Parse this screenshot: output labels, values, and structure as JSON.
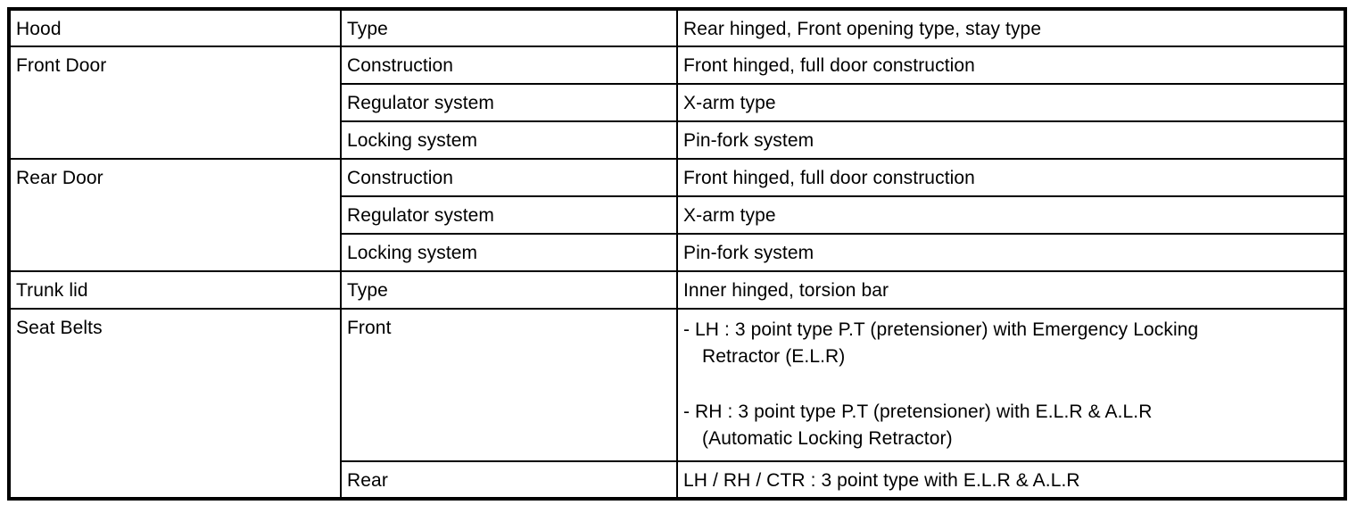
{
  "colors": {
    "background": "#ffffff",
    "border": "#000000",
    "text": "#000000"
  },
  "table": {
    "sections": [
      {
        "component": "Hood",
        "specs": [
          {
            "attribute": "Type",
            "value": "Rear hinged, Front opening type, stay type"
          }
        ]
      },
      {
        "component": "Front Door",
        "specs": [
          {
            "attribute": "Construction",
            "value": "Front hinged, full door construction"
          },
          {
            "attribute": "Regulator system",
            "value": "X-arm type"
          },
          {
            "attribute": "Locking system",
            "value": "Pin-fork system"
          }
        ]
      },
      {
        "component": "Rear Door",
        "specs": [
          {
            "attribute": "Construction",
            "value": "Front hinged, full door construction"
          },
          {
            "attribute": "Regulator system",
            "value": "X-arm type"
          },
          {
            "attribute": "Locking system",
            "value": "Pin-fork system"
          }
        ]
      },
      {
        "component": "Trunk lid",
        "specs": [
          {
            "attribute": "Type",
            "value": "Inner hinged, torsion bar"
          }
        ]
      },
      {
        "component": "Seat Belts",
        "specs": [
          {
            "attribute": "Front",
            "paragraphs": [
              [
                "- LH : 3 point type P.T (pretensioner) with Emergency Locking",
                "Retractor (E.L.R)"
              ],
              [
                "- RH : 3 point type P.T (pretensioner) with E.L.R & A.L.R",
                "(Automatic Locking Retractor)"
              ]
            ]
          },
          {
            "attribute": "Rear",
            "value": "LH / RH / CTR : 3 point type with E.L.R & A.L.R"
          }
        ]
      }
    ]
  }
}
